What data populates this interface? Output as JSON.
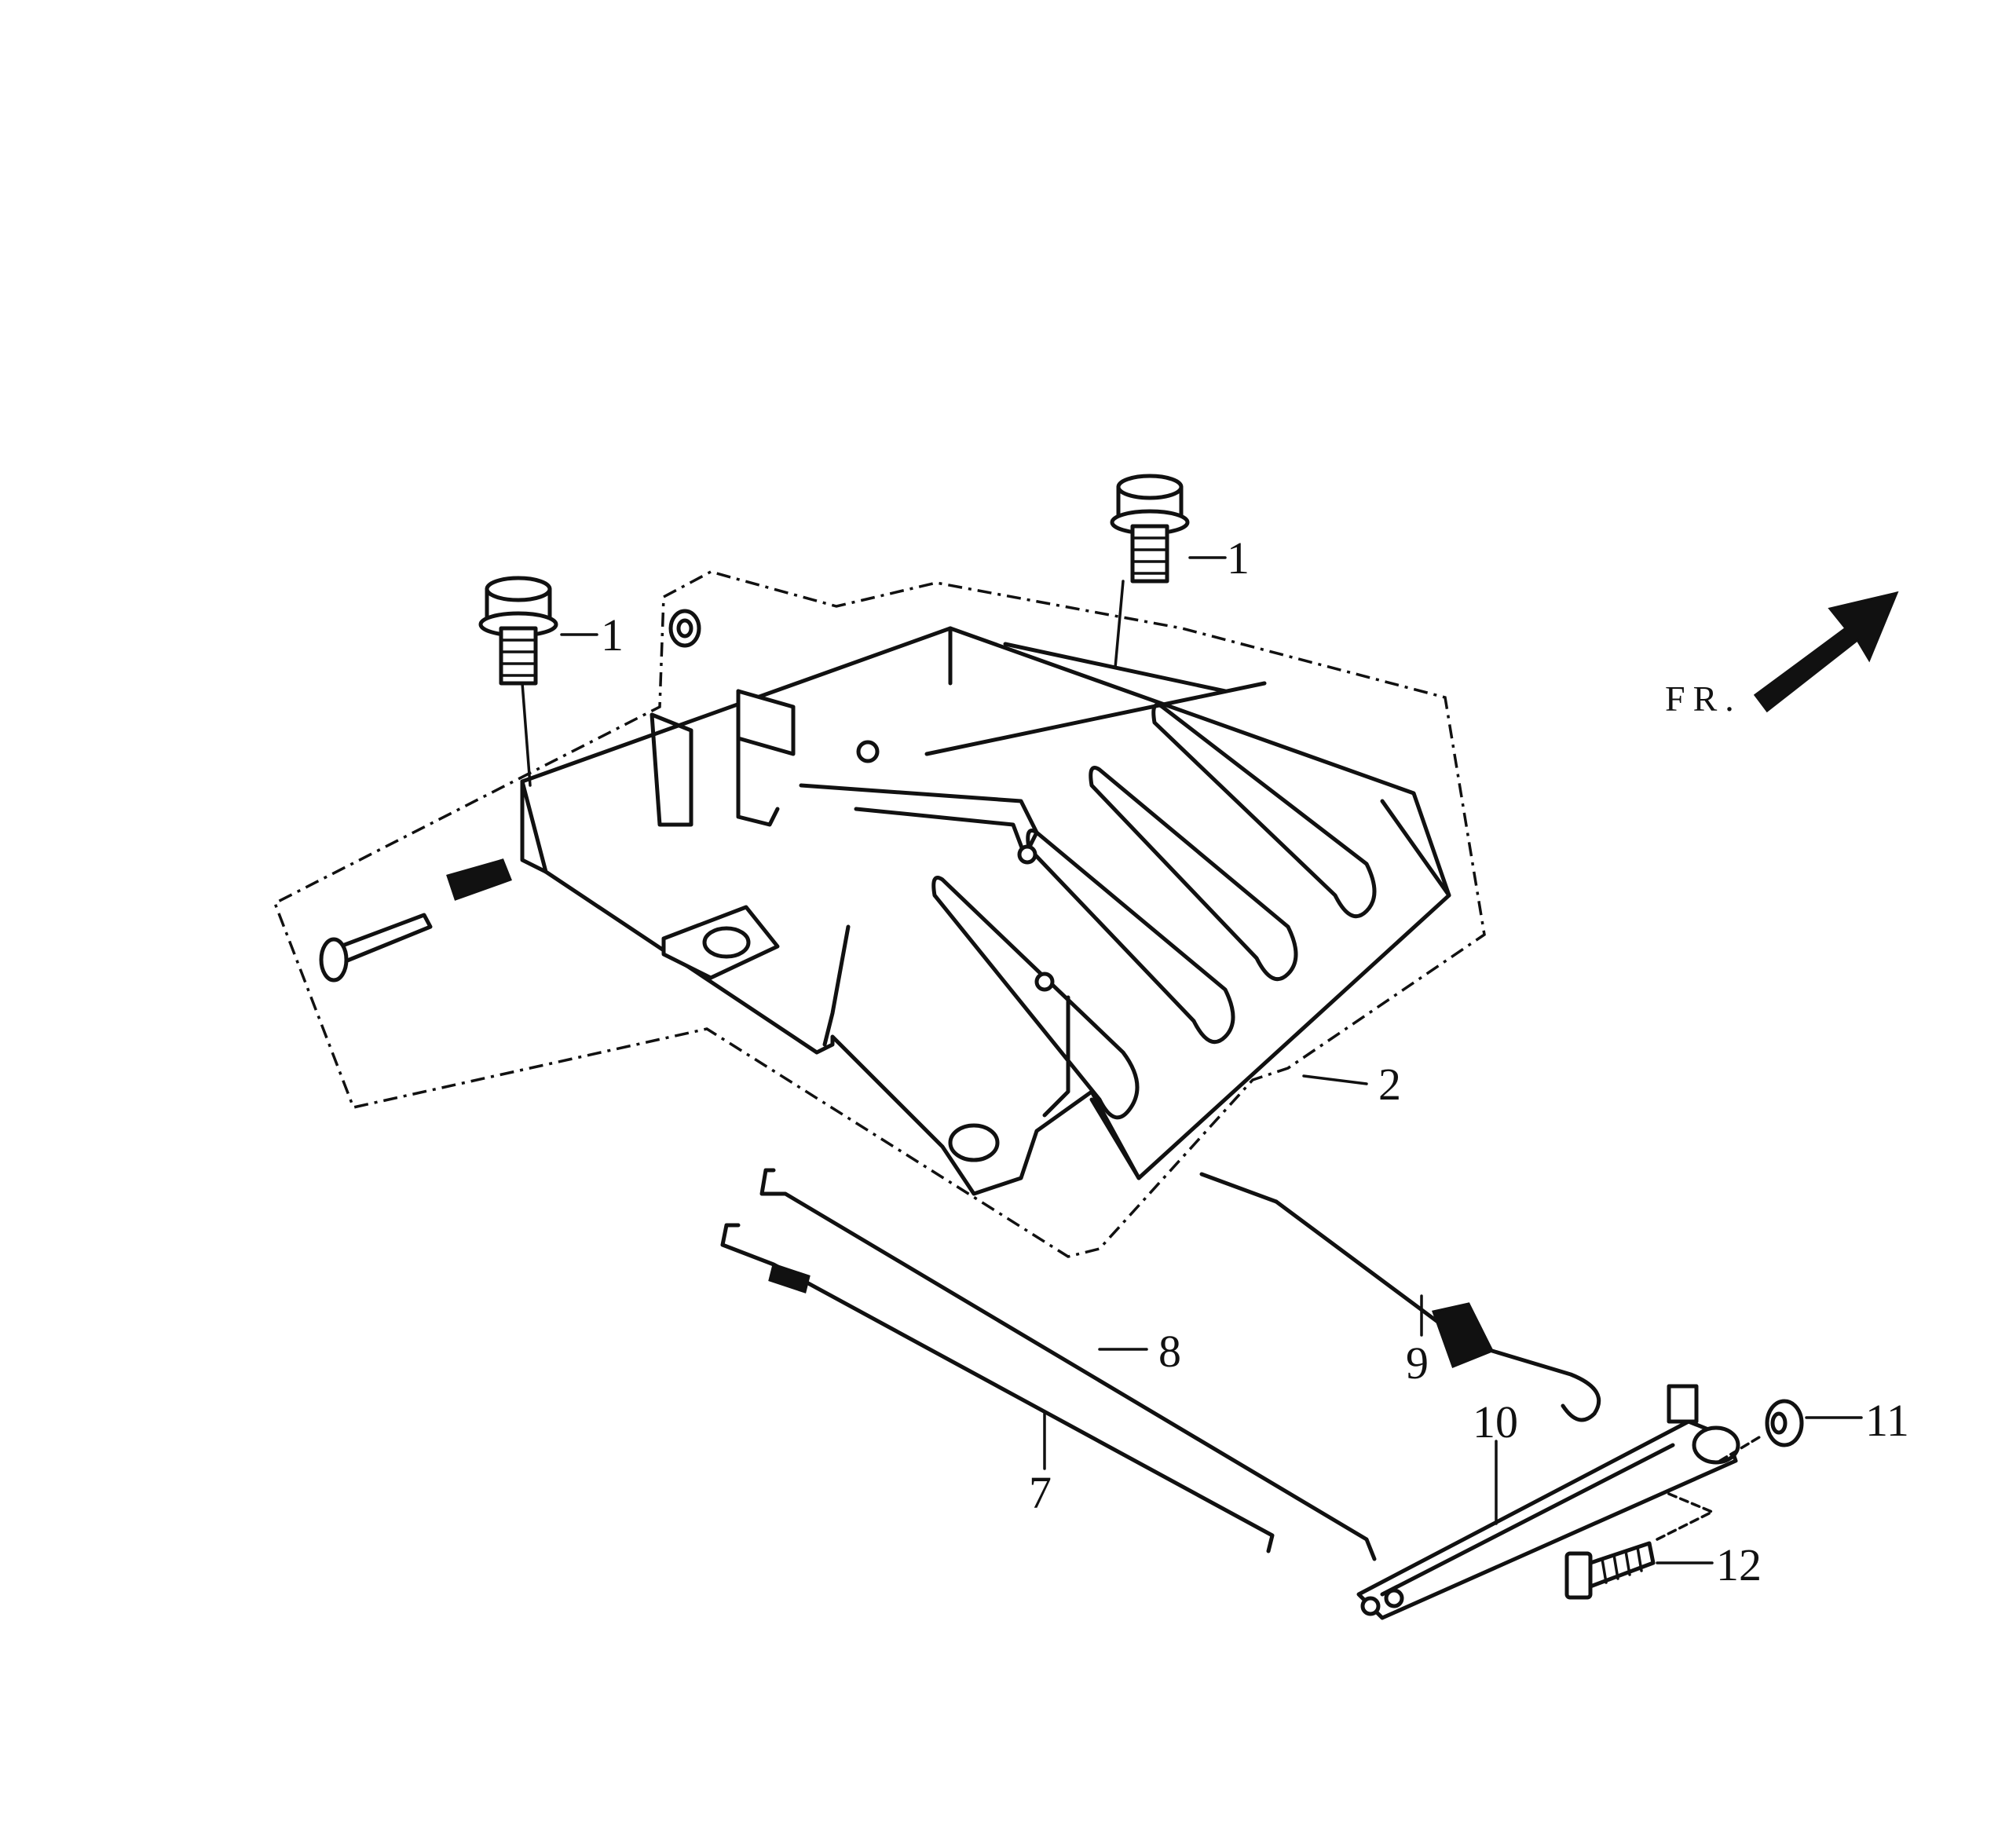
{
  "labels": {
    "bolt_a": "1",
    "bolt_b": "1",
    "plate": "2",
    "rod_7": "7",
    "rod_8": "8",
    "spring_9": "9",
    "lever_10": "10",
    "nut_11": "11",
    "bolt_12": "12"
  },
  "direction": {
    "text": "FR.",
    "arrow_icon": "arrow-up-right-icon"
  }
}
